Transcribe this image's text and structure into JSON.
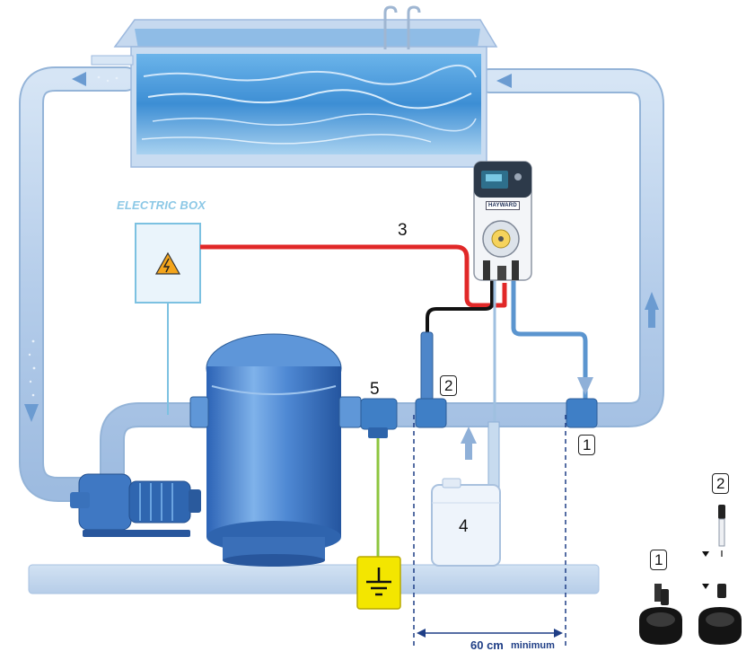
{
  "labels": {
    "electric_box": "ELECTRIC BOX",
    "callout_3": "3",
    "callout_5": "5",
    "callout_2": "2",
    "callout_1": "1",
    "callout_4": "4",
    "legend_1": "1",
    "legend_2": "2",
    "dimension_value": "60 cm",
    "dimension_note": "minimum",
    "pump_brand": "HAYWARD"
  },
  "icons": [
    "pool-icon",
    "pump-motor-icon",
    "sand-filter-icon",
    "electric-box-icon",
    "high-voltage-icon",
    "ground-icon",
    "dosing-pump-icon",
    "chemical-canister-icon",
    "injection-valve-icon",
    "foot-valve-icon",
    "flow-arrow-icon"
  ],
  "colors": {
    "pipe": "#bcd2ea",
    "pipe_stroke": "#94b4d8",
    "power_cable": "#e12828",
    "signal_cable": "#111111",
    "ground_wire": "#8dc63f",
    "ground_badge": "#f3e600",
    "dimension": "#1f3e86",
    "water": "#3d8ed4"
  }
}
